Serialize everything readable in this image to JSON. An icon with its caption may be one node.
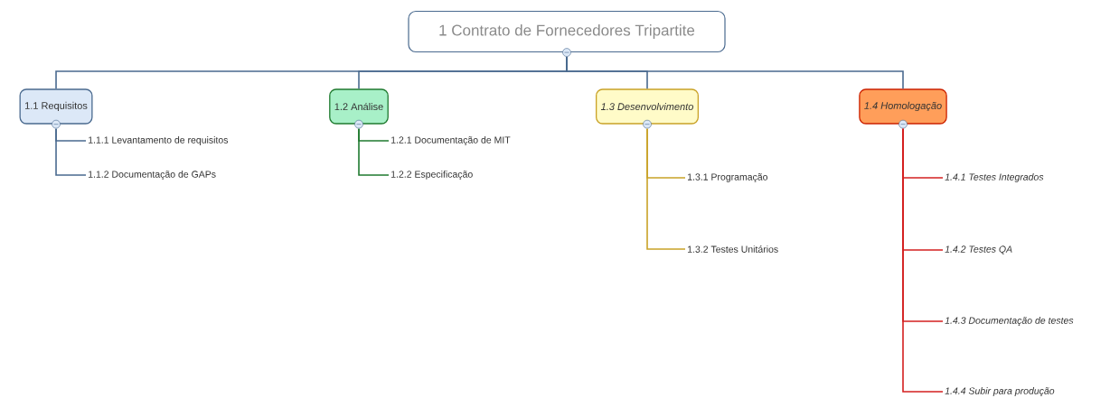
{
  "diagram": {
    "nodes": [
      {
        "text": [
          "1 Contrato de Fornecedores Tripartite"
        ]
      },
      {
        "text": [
          "1.1 Requisitos"
        ]
      },
      {
        "text": [
          "1.2 Análise"
        ]
      },
      {
        "text": [
          "1.3 Desenvolvimento"
        ]
      },
      {
        "text": [
          "1.4 Homologação"
        ]
      },
      {
        "text": [
          "1.1.1 Levantamento de requisitos"
        ]
      },
      {
        "text": [
          "1.1.2 Documentação de GAPs"
        ]
      },
      {
        "text": [
          "1.2.1 Documentação de MIT"
        ]
      },
      {
        "text": [
          "1.2.2 Especificação"
        ]
      },
      {
        "text": [
          "1.3.1 Programação"
        ]
      },
      {
        "text": [
          "1.3.2 Testes Unitários"
        ]
      },
      {
        "text": [
          "1.4.1 Testes Integrados"
        ]
      },
      {
        "text": [
          "1.4.2 Testes QA"
        ]
      },
      {
        "text": [
          "1.4.3 Documentação de testes"
        ]
      },
      {
        "text": [
          "1.4.4 Subir para produção"
        ]
      }
    ],
    "edges": [
      {
        "from": 0,
        "to": 1,
        "arrow": "none"
      },
      {
        "from": 0,
        "to": 2,
        "arrow": "none"
      },
      {
        "from": 0,
        "to": 3,
        "arrow": "none"
      },
      {
        "from": 0,
        "to": 4,
        "arrow": "none"
      },
      {
        "from": 1,
        "to": 5,
        "arrow": "none"
      },
      {
        "from": 1,
        "to": 6,
        "arrow": "none"
      },
      {
        "from": 2,
        "to": 7,
        "arrow": "none",
        "color": "#1f7a2f"
      },
      {
        "from": 2,
        "to": 8,
        "arrow": "none",
        "color": "#1f7a2f"
      },
      {
        "from": 3,
        "to": 9,
        "arrow": "none",
        "color": "#c9a227"
      },
      {
        "from": 3,
        "to": 10,
        "arrow": "none",
        "color": "#c9a227"
      },
      {
        "from": 4,
        "to": 11,
        "arrow": "none",
        "color": "#d42020"
      },
      {
        "from": 4,
        "to": 12,
        "arrow": "none",
        "color": "#d42020"
      },
      {
        "from": 4,
        "to": 13,
        "arrow": "none",
        "color": "#d42020"
      },
      {
        "from": 4,
        "to": 14,
        "arrow": "none",
        "color": "#d42020"
      }
    ]
  }
}
